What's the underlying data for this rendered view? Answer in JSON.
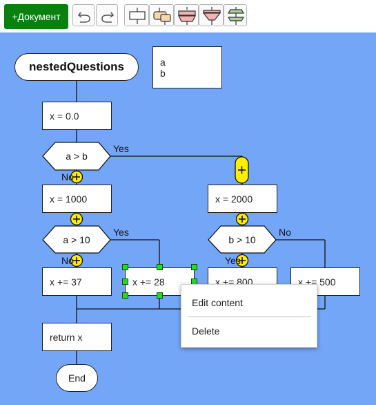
{
  "toolbar": {
    "document_label": "+Документ",
    "icons": [
      "undo-icon",
      "redo-icon",
      "add-process-icon",
      "add-subroutine-icon",
      "add-loop-start-icon",
      "add-loop-end-icon",
      "add-loop-icon"
    ],
    "accent_color": "#0a8010"
  },
  "canvas": {
    "background": "#74a6f8"
  },
  "flowchart": {
    "title": "nestedQuestions",
    "params": [
      "a",
      "b"
    ],
    "init": "x = 0.0",
    "decision1": "a > b",
    "yes1": "Yes",
    "no1": "No",
    "assign_1000": "x = 1000",
    "assign_2000": "x = 2000",
    "decision2": "a > 10",
    "yes2": "Yes",
    "no2": "No",
    "decision3": "b > 10",
    "yes3": "Yes",
    "no3": "No",
    "inc_37": "x += 37",
    "inc_28": "x += 28",
    "inc_800": "x += 800",
    "inc_500": "x += 500",
    "return": "return x",
    "end": "End"
  },
  "context_menu": {
    "edit": "Edit content",
    "delete": "Delete"
  }
}
